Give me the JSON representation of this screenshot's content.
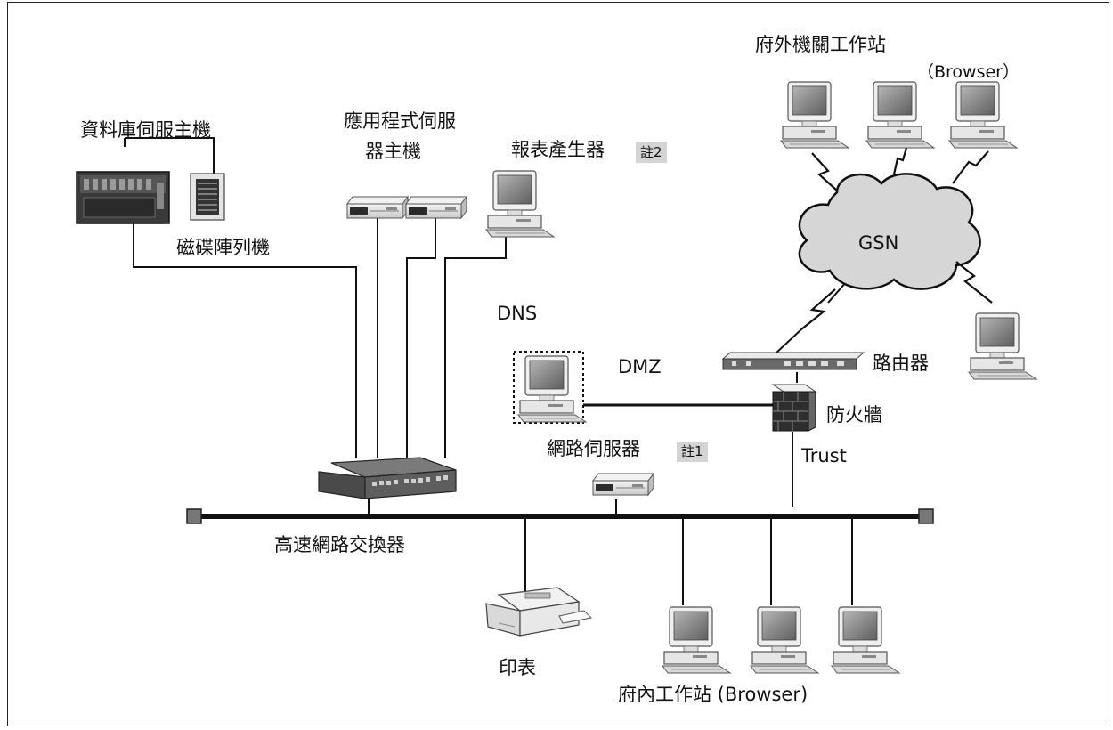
{
  "labels": {
    "db_host": "資料庫伺服主機",
    "disk_array": "磁碟陣列機",
    "app_server_line1": "應用程式伺服",
    "app_server_line2": "器主機",
    "report_gen": "報表產生器",
    "note2": "註2",
    "external_ws": "府外機關工作站",
    "external_browser": "（Browser）",
    "gsn": "GSN",
    "dns": "DNS",
    "dmz": "DMZ",
    "router": "路由器",
    "firewall": "防火牆",
    "trust": "Trust",
    "web_server": "網路伺服器",
    "note1": "註1",
    "switch": "高速網路交換器",
    "printer": "印表",
    "internal_ws": "府內工作站 (Browser)"
  },
  "colors": {
    "cloud_fill": "#d6d6d6",
    "device_body": "#e6e6e6",
    "device_dark": "#333333",
    "screen": "#8e8e8e",
    "note_bg": "#d4d4d4"
  },
  "icons": [
    "db-server-icon",
    "disk-array-icon",
    "app-server-icon",
    "workstation-icon",
    "cloud-icon",
    "router-icon",
    "firewall-icon",
    "switch-icon",
    "web-server-icon",
    "printer-icon",
    "lightning-icon",
    "bus-terminator-icon"
  ]
}
